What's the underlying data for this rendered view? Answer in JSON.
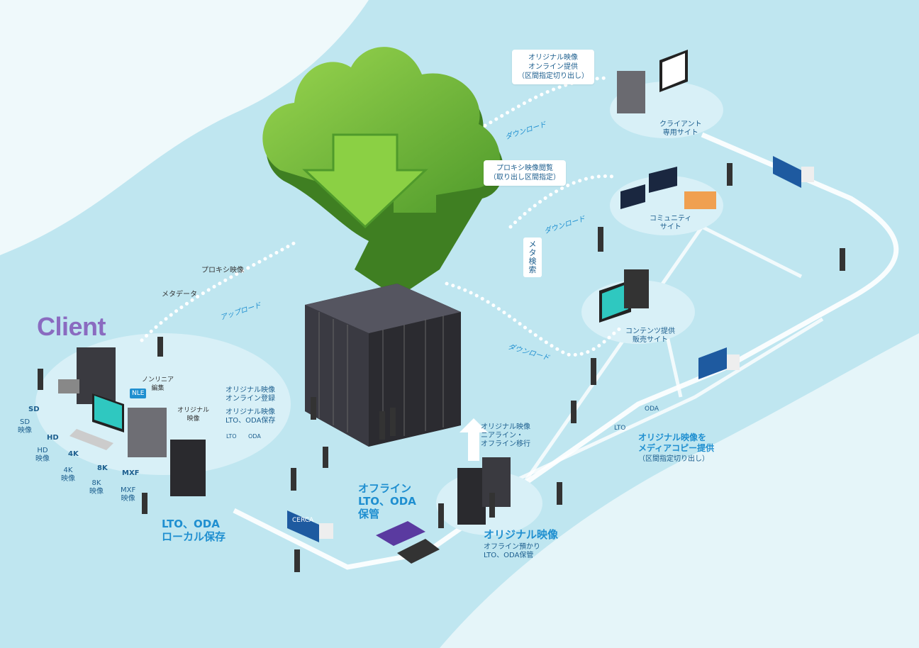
{
  "client_title": "Client",
  "client_inputs": [
    {
      "icon": "SD",
      "label": "SD\n映像"
    },
    {
      "icon": "HD",
      "label": "HD\n映像"
    },
    {
      "icon": "4K",
      "label": "4K\n映像"
    },
    {
      "icon": "8K",
      "label": "8K\n映像"
    },
    {
      "icon": "MXF",
      "label": "MXF\n映像"
    }
  ],
  "client_flow": {
    "nle_icon": "NLE",
    "nle_label": "ノンリニア\n編集",
    "original_label": "オリジナル\n映像",
    "online_register": "オリジナル映像\nオンライン登録",
    "lto_oda_save": "オリジナル映像\nLTO、ODA保存",
    "lto_icon": "LTO",
    "oda_icon": "ODA",
    "local_storage": "LTO、ODA\nローカル保存"
  },
  "upload": {
    "proxy": "プロキシ映像",
    "meta": "メタデータ",
    "upload": "アップロード"
  },
  "cloud_links": {
    "original_online": "オリジナル映像\nオンライン提供\n（区間指定切り出し）",
    "download1": "ダウンロード",
    "proxy_browse": "プロキシ映像閲覧\n（取り出し区間指定）",
    "download2": "ダウンロード",
    "meta_search": "メタ検索",
    "download3": "ダウンロード"
  },
  "sites": {
    "client_site": "クライアント\n専用サイト",
    "community": "コミュニティ\nサイト",
    "content_sales": "コンテンツ提供\n販売サイト"
  },
  "storage": {
    "nearline": "オリジナル映像\nニアライン・\nオフライン移行",
    "offline": "オフライン\nLTO、ODA\n保管",
    "original_title": "オリジナル映像",
    "original_sub": "オフライン預かり\nLTO、ODA保管",
    "media_copy": "オリジナル映像を\nメディアコピー提供",
    "media_copy_sub": "（区間指定切り出し）",
    "lto_icon": "LTO",
    "oda_icon": "ODA"
  },
  "truck_brand": "CERCA",
  "colors": {
    "bg": "#bfe6f0",
    "cloud": "#7cc242",
    "accent": "#1f8fd0",
    "client_purple": "#8a6bc0",
    "server": "#3a3a40"
  }
}
